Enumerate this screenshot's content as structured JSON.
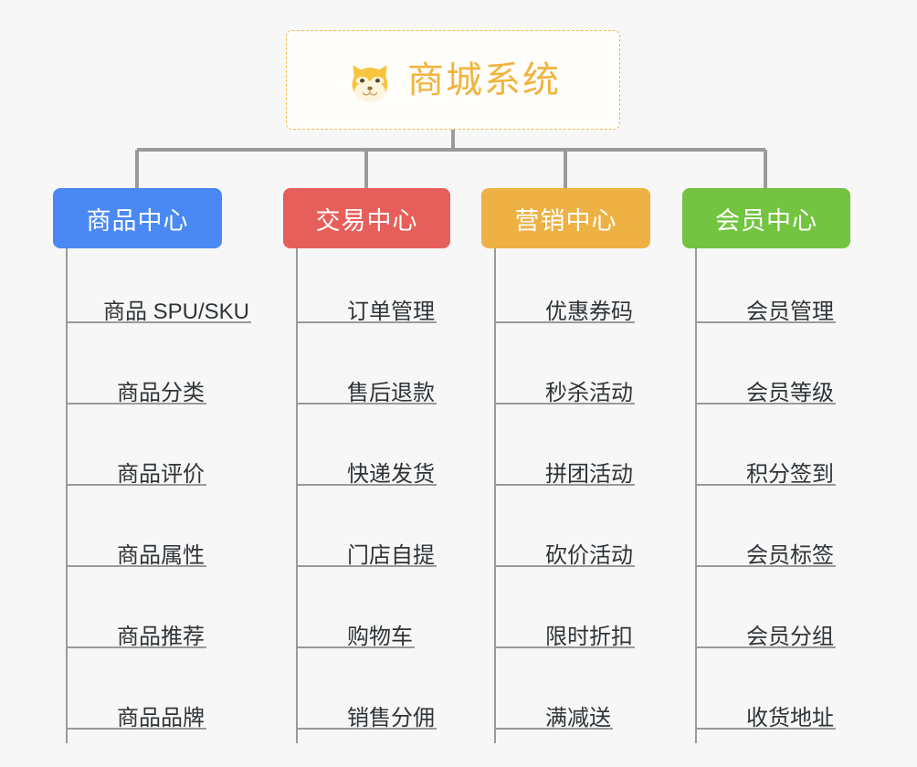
{
  "page": {
    "background_color": "#f7f7f7",
    "line_color": "#9a9a9a"
  },
  "root": {
    "title": "商城系统",
    "emoji_name": "shiba-inu-dog-face-emoji",
    "text_color": "#f0b43f",
    "border_color": "#f0b84a",
    "fill_color": "#fffefb"
  },
  "categories": [
    {
      "id": "product-center",
      "label": "商品中心",
      "color": "#4a89f3",
      "items": [
        {
          "label": "商品 SPU/SKU"
        },
        {
          "label": "商品分类"
        },
        {
          "label": "商品评价"
        },
        {
          "label": "商品属性"
        },
        {
          "label": "商品推荐"
        },
        {
          "label": "商品品牌"
        }
      ]
    },
    {
      "id": "trade-center",
      "label": "交易中心",
      "color": "#e75f5a",
      "items": [
        {
          "label": "订单管理"
        },
        {
          "label": "售后退款"
        },
        {
          "label": "快递发货"
        },
        {
          "label": "门店自提"
        },
        {
          "label": "购物车"
        },
        {
          "label": "销售分佣"
        }
      ]
    },
    {
      "id": "marketing-center",
      "label": "营销中心",
      "color": "#eeb143",
      "items": [
        {
          "label": "优惠券码"
        },
        {
          "label": "秒杀活动"
        },
        {
          "label": "拼团活动"
        },
        {
          "label": "砍价活动"
        },
        {
          "label": "限时折扣"
        },
        {
          "label": "满减送"
        }
      ]
    },
    {
      "id": "member-center",
      "label": "会员中心",
      "color": "#73c441",
      "items": [
        {
          "label": "会员管理"
        },
        {
          "label": "会员等级"
        },
        {
          "label": "积分签到"
        },
        {
          "label": "会员标签"
        },
        {
          "label": "会员分组"
        },
        {
          "label": "收货地址"
        }
      ]
    }
  ]
}
